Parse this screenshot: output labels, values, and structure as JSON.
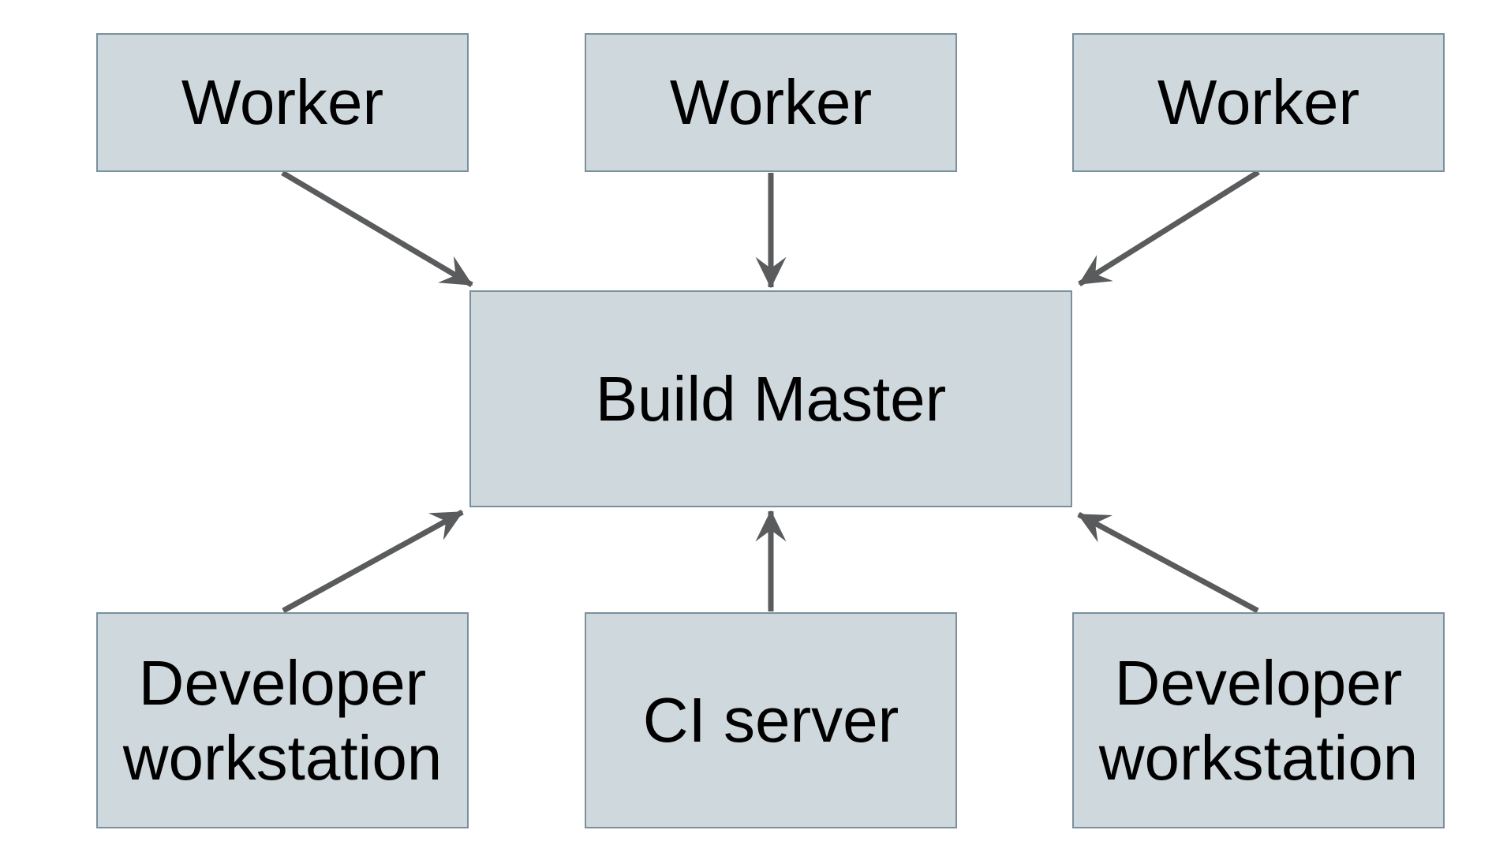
{
  "diagram": {
    "background_color": "#ffffff",
    "node_fill_color": "#cfd8dc",
    "node_border_color": "#7a909c",
    "arrow_color": "#595b5d",
    "text_color": "#000000",
    "nodes": [
      {
        "id": "worker-1",
        "label": "Worker"
      },
      {
        "id": "worker-2",
        "label": "Worker"
      },
      {
        "id": "worker-3",
        "label": "Worker"
      },
      {
        "id": "build-master",
        "label": "Build Master"
      },
      {
        "id": "developer-workstation-left",
        "label": "Developer workstation"
      },
      {
        "id": "ci-server",
        "label": "CI server"
      },
      {
        "id": "developer-workstation-right",
        "label": "Developer workstation"
      }
    ],
    "edges": [
      {
        "from": "worker-1",
        "to": "build-master"
      },
      {
        "from": "worker-2",
        "to": "build-master"
      },
      {
        "from": "worker-3",
        "to": "build-master"
      },
      {
        "from": "developer-workstation-left",
        "to": "build-master"
      },
      {
        "from": "ci-server",
        "to": "build-master"
      },
      {
        "from": "developer-workstation-right",
        "to": "build-master"
      }
    ]
  }
}
